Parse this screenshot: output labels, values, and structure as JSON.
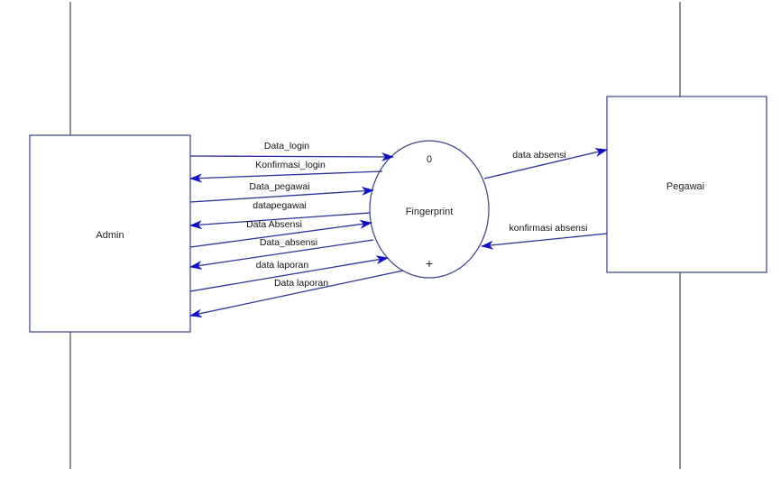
{
  "diagram": {
    "type": "context-diagram",
    "colors": {
      "entity_border": "#3a3f8a",
      "flow_line": "#2a2f9a",
      "arrowhead": "#1010c0",
      "lifeline": "#222222",
      "text": "#111111"
    },
    "entities": [
      {
        "id": "admin",
        "label": "Admin"
      },
      {
        "id": "pegawai",
        "label": "Pegawai"
      }
    ],
    "process": {
      "id": "fingerprint",
      "number": "0",
      "label": "Fingerprint",
      "marker": "+"
    },
    "flows": [
      {
        "id": "data_login",
        "label": "Data_login",
        "from": "admin",
        "to": "fingerprint"
      },
      {
        "id": "konfirmasi_login",
        "label": "Konfirmasi_login",
        "from": "fingerprint",
        "to": "admin"
      },
      {
        "id": "data_pegawai",
        "label": "Data_pegawai",
        "from": "admin",
        "to": "fingerprint"
      },
      {
        "id": "datapegawai",
        "label": "datapegawai",
        "from": "fingerprint",
        "to": "admin"
      },
      {
        "id": "data_absensi_in",
        "label": "Data Absensi",
        "from": "admin",
        "to": "fingerprint"
      },
      {
        "id": "data_absensi_out",
        "label": "Data_absensi",
        "from": "fingerprint",
        "to": "admin"
      },
      {
        "id": "data_laporan_in",
        "label": "data laporan",
        "from": "admin",
        "to": "fingerprint"
      },
      {
        "id": "data_laporan_out",
        "label": "Data laporan",
        "from": "fingerprint",
        "to": "admin"
      },
      {
        "id": "data_absensi_pegawai",
        "label": "data absensi",
        "from": "fingerprint",
        "to": "pegawai"
      },
      {
        "id": "konfirmasi_absensi",
        "label": "konfirmasi absensi",
        "from": "pegawai",
        "to": "fingerprint"
      }
    ]
  }
}
